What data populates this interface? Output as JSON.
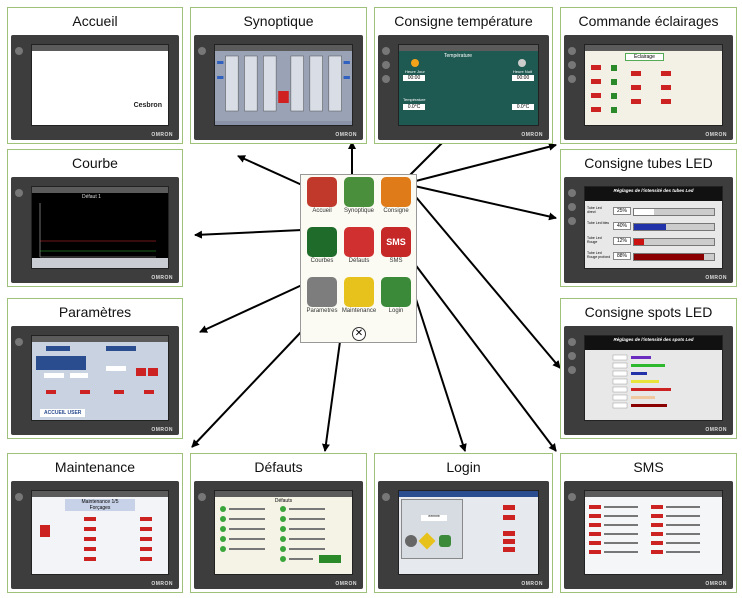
{
  "panels": [
    {
      "id": "accueil",
      "title": "Accueil",
      "logo": "Cesbron"
    },
    {
      "id": "synoptique",
      "title": "Synoptique"
    },
    {
      "id": "consigne-temperature",
      "title": "Consigne température",
      "temp_title": "Température",
      "heure_jour": "Heure Jour",
      "heure_nuit": "Heure Nuit",
      "time_jour": "00:00",
      "time_nuit": "00:00",
      "temp_jour": "0.0°C",
      "temp_nuit": "0.0°C",
      "temp_label": "Température"
    },
    {
      "id": "commande-eclairages",
      "title": "Commande éclairages",
      "eclairage": "Eclairage"
    },
    {
      "id": "courbe",
      "title": "Courbe",
      "graph_title": "Défaut 1"
    },
    {
      "id": "consigne-tubes-led",
      "title": "Consigne tubes LED",
      "heading": "Réglages de l'intensité des tubes Led",
      "rows": [
        {
          "label": "Tube Led direct",
          "value": "25%",
          "level": 0.25,
          "color": "#ffffff"
        },
        {
          "label": "Tube Led bleu",
          "value": "40%",
          "level": 0.4,
          "color": "#2233aa"
        },
        {
          "label": "Tube Led Rouge",
          "value": "12%",
          "level": 0.12,
          "color": "#cc1111"
        },
        {
          "label": "Tube Led Rouge profond",
          "value": "88%",
          "level": 0.88,
          "color": "#8b0000"
        }
      ]
    },
    {
      "id": "parametres",
      "title": "Paramètres",
      "user_button": "ACCUEIL USER"
    },
    {
      "id": "consigne-spots-led",
      "title": "Consigne spots LED",
      "heading": "Réglages de l'intensité des spots Led"
    },
    {
      "id": "maintenance",
      "title": "Maintenance",
      "heading": "Maintenance 1/5",
      "sub": "Forçages"
    },
    {
      "id": "defauts",
      "title": "Défauts",
      "heading": "Défauts"
    },
    {
      "id": "login",
      "title": "Login",
      "password": "******"
    },
    {
      "id": "sms",
      "title": "SMS"
    }
  ],
  "menu": {
    "items": [
      {
        "label": "Accueil",
        "icon": "house-icon",
        "color": "#c0392b"
      },
      {
        "label": "Synoptique",
        "icon": "synoptic-icon",
        "color": "#4a8f3c"
      },
      {
        "label": "Consigne",
        "icon": "clipboard-icon",
        "color": "#e07b1a"
      },
      {
        "label": "Courbes",
        "icon": "chart-icon",
        "color": "#1f6b2a"
      },
      {
        "label": "Défauts",
        "icon": "siren-icon",
        "color": "#d03030"
      },
      {
        "label": "SMS",
        "icon": "sms-icon",
        "color": "#c62828"
      },
      {
        "label": "Parametres",
        "icon": "gear-icon",
        "color": "#7d7d7d"
      },
      {
        "label": "Maintenance",
        "icon": "wrench-icon",
        "color": "#e8c21c"
      },
      {
        "label": "Login",
        "icon": "user-icon",
        "color": "#3a8a3a"
      }
    ],
    "close_icon": "close-icon"
  },
  "brand": "OMRON"
}
